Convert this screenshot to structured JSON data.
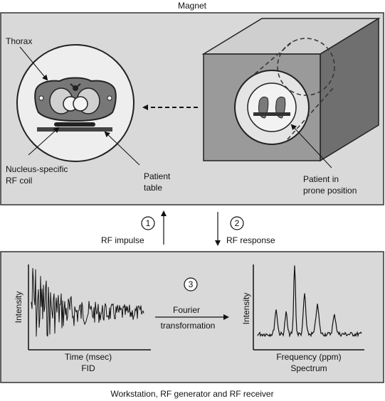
{
  "top_caption": "Magnet",
  "bottom_caption": "Workstation, RF generator and RF receiver",
  "magnet_panel": {
    "thorax_label": "Thorax",
    "coil_label_line1": "Nucleus-specific",
    "coil_label_line2": "RF coil",
    "table_label_line1": "Patient",
    "table_label_line2": "table",
    "prone_label_line1": "Patient in",
    "prone_label_line2": "prone position"
  },
  "steps": {
    "step1_number": "1",
    "step1_label": "RF impulse",
    "step2_number": "2",
    "step2_label": "RF response",
    "step3_number": "3"
  },
  "workstation_panel": {
    "fid_ylabel": "Intensity",
    "fid_xlabel": "Time (msec)",
    "fid_name": "FID",
    "transform_line1": "Fourier",
    "transform_line2": "transformation",
    "spec_ylabel": "Intensity",
    "spec_xlabel": "Frequency (ppm)",
    "spec_name": "Spectrum"
  },
  "colors": {
    "panel_fill": "#d9d9d9",
    "cube_front": "#9a9a9a",
    "cube_top": "#cfcfcf",
    "cube_side": "#6f6f6f",
    "dark": "#222222"
  }
}
